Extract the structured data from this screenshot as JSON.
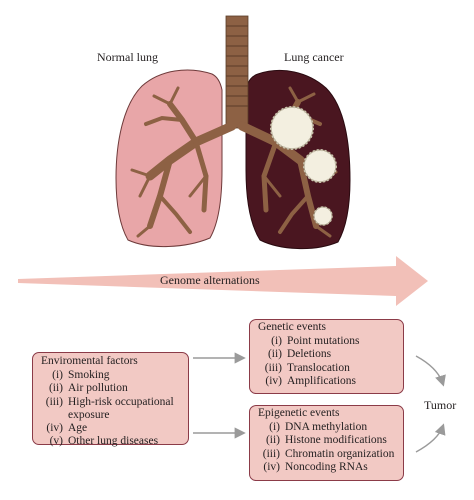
{
  "labels": {
    "normal_lung": "Normal lung",
    "lung_cancer": "Lung cancer",
    "genome_arrow": "Genome alternations",
    "tumor": "Tumor"
  },
  "environmental": {
    "title": "Enviromental factors",
    "items": [
      {
        "num": "(i)",
        "text": "Smoking"
      },
      {
        "num": "(ii)",
        "text": "Air pollution"
      },
      {
        "num": "(iii)",
        "text": "High-risk occupational exposure"
      },
      {
        "num": "(iv)",
        "text": "Age"
      },
      {
        "num": "(v)",
        "text": "Other lung diseases"
      }
    ]
  },
  "genetic": {
    "title": "Genetic events",
    "items": [
      {
        "num": "(i)",
        "text": "Point mutations"
      },
      {
        "num": "(ii)",
        "text": "Deletions"
      },
      {
        "num": "(iii)",
        "text": "Translocation"
      },
      {
        "num": "(iv)",
        "text": "Amplifications"
      }
    ]
  },
  "epigenetic": {
    "title": "Epigenetic events",
    "items": [
      {
        "num": "(i)",
        "text": "DNA methylation"
      },
      {
        "num": "(ii)",
        "text": "Histone modifications"
      },
      {
        "num": "(iii)",
        "text": "Chromatin organization"
      },
      {
        "num": "(iv)",
        "text": "Noncoding RNAs"
      }
    ]
  },
  "colors": {
    "normal_lung": "#e8a6a8",
    "cancer_lung": "#4a1620",
    "bronchi": "#8d6144",
    "box_fill": "#f2c9c4",
    "box_border": "#8b3b48",
    "arrow": "#f2c0b8"
  }
}
